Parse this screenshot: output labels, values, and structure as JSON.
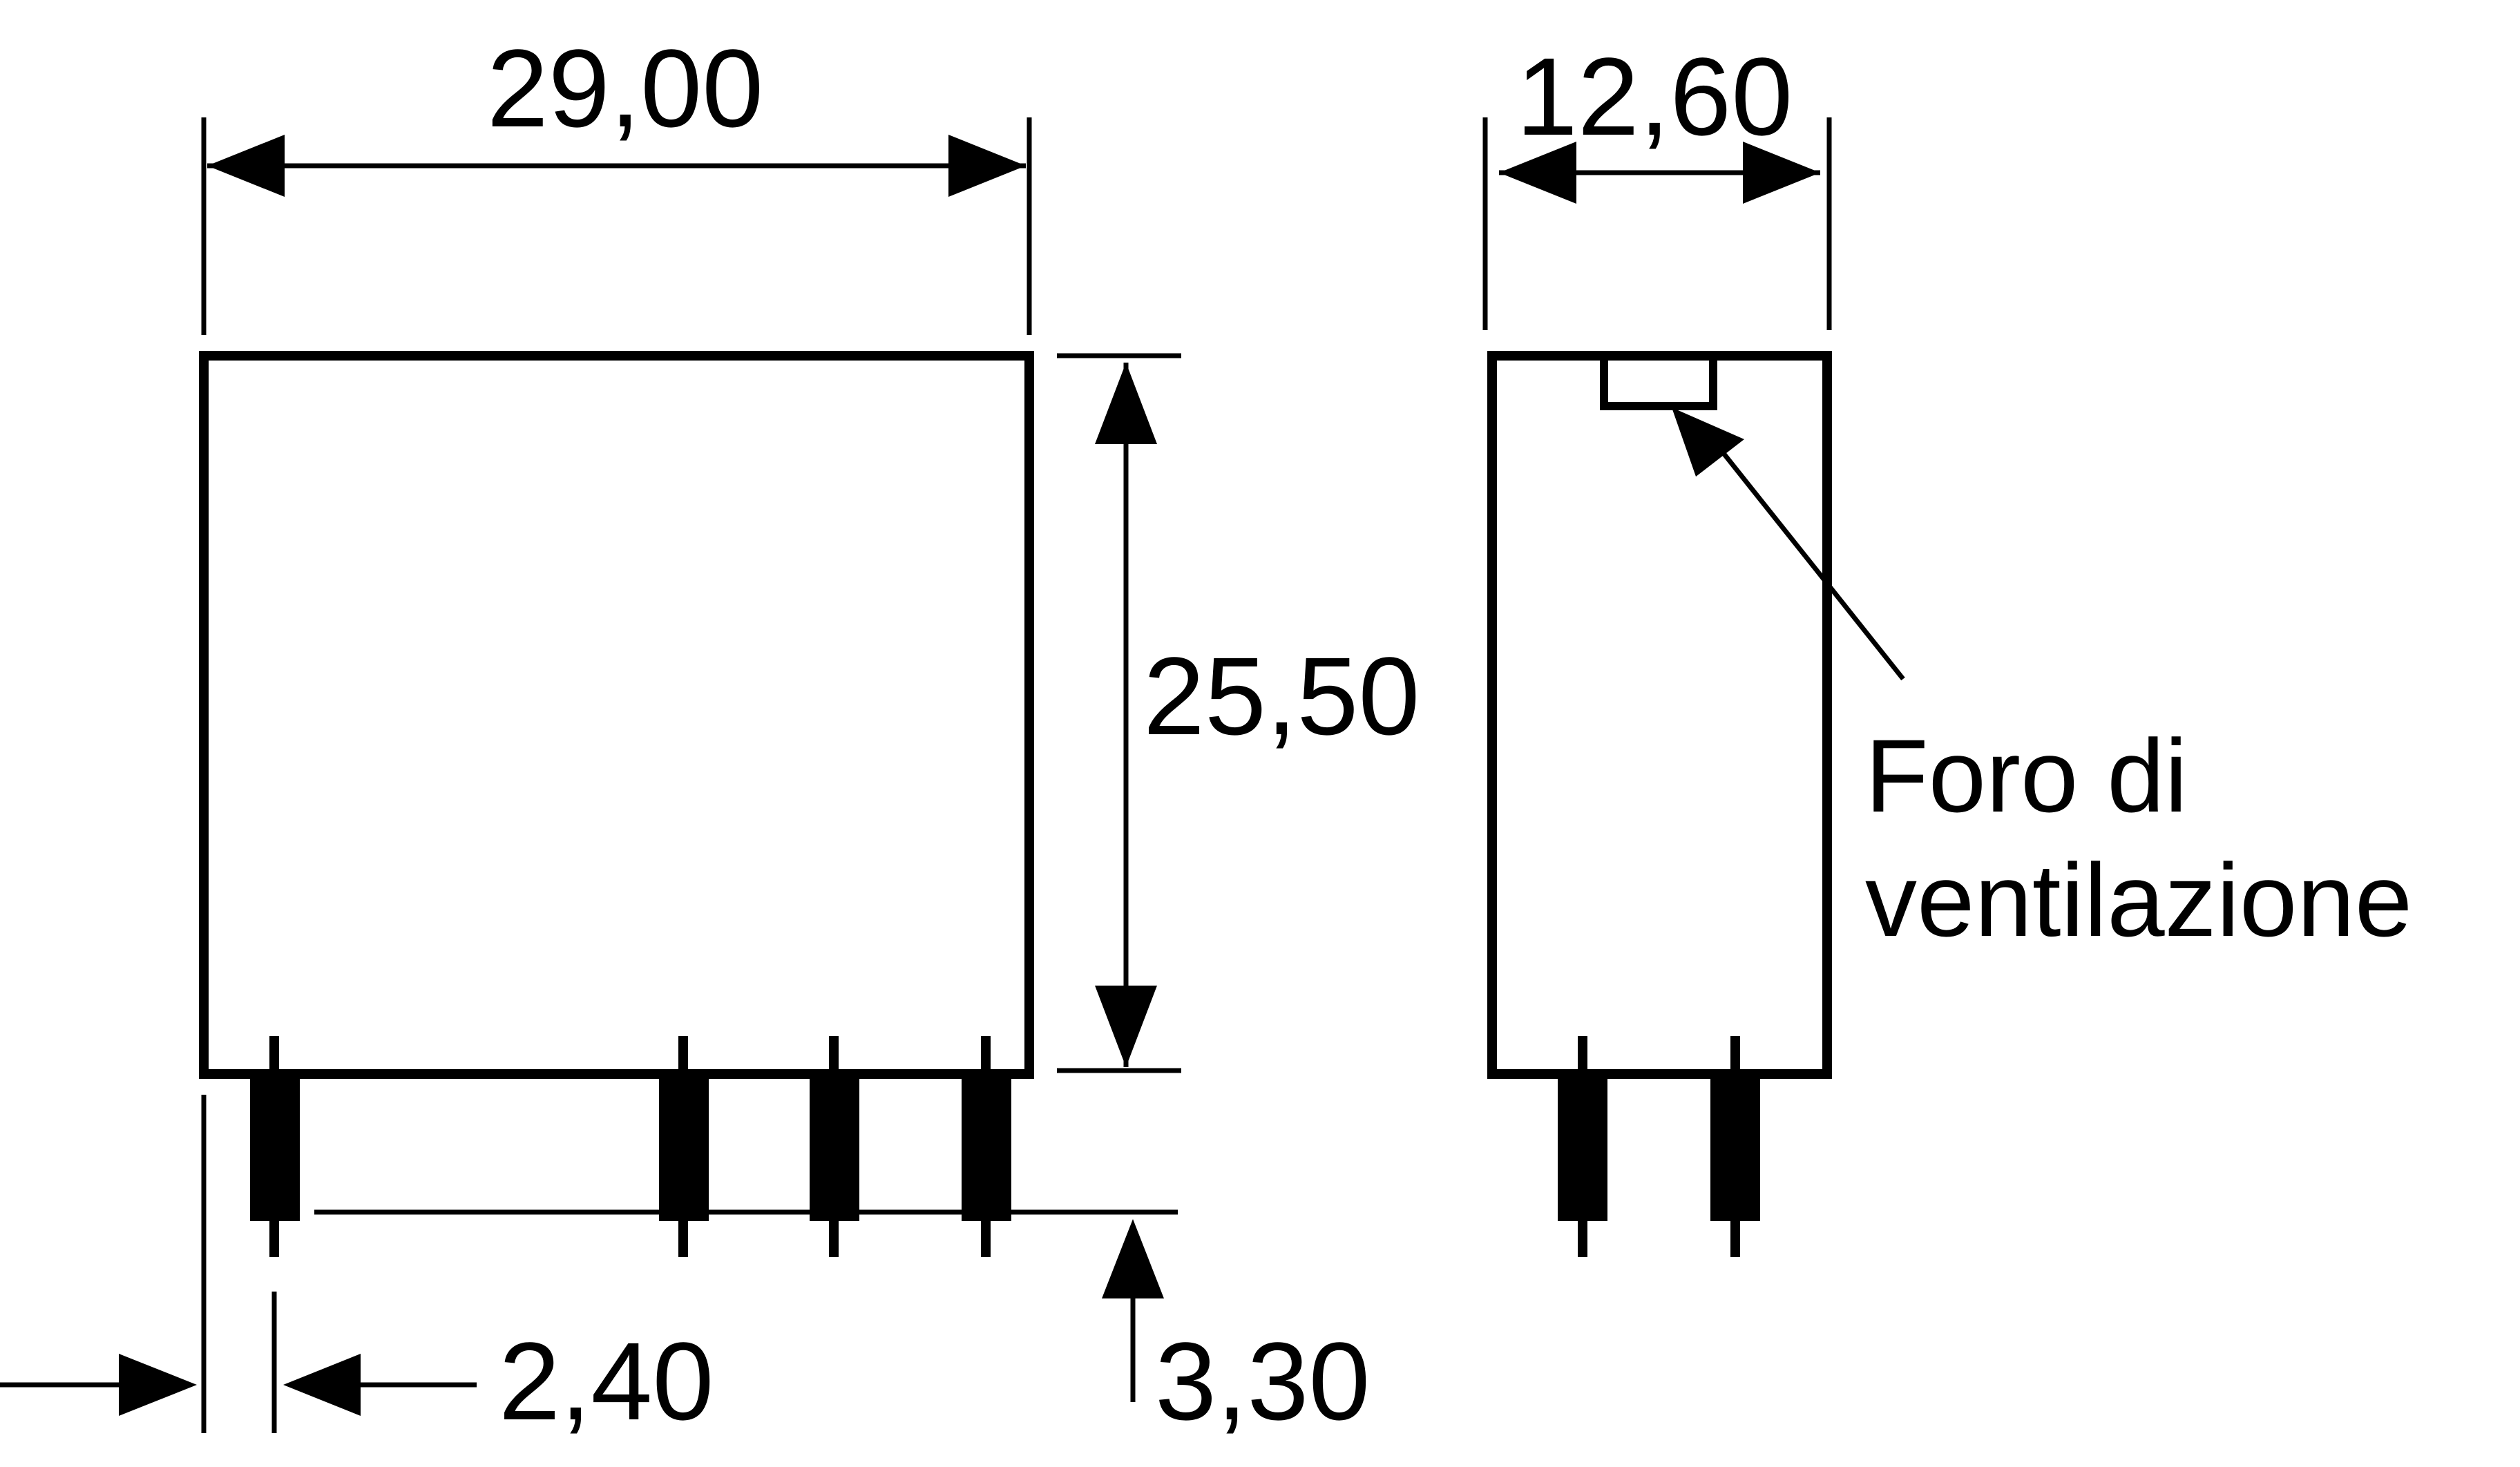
{
  "dimensions": {
    "width": "29,00",
    "depth": "12,60",
    "height": "25,50",
    "pin_offset": "2,40",
    "pin_length": "3,30"
  },
  "callout": {
    "line1": "Foro di",
    "line2": "ventilazione"
  },
  "colors": {
    "line": "#000000",
    "background": "#ffffff"
  }
}
